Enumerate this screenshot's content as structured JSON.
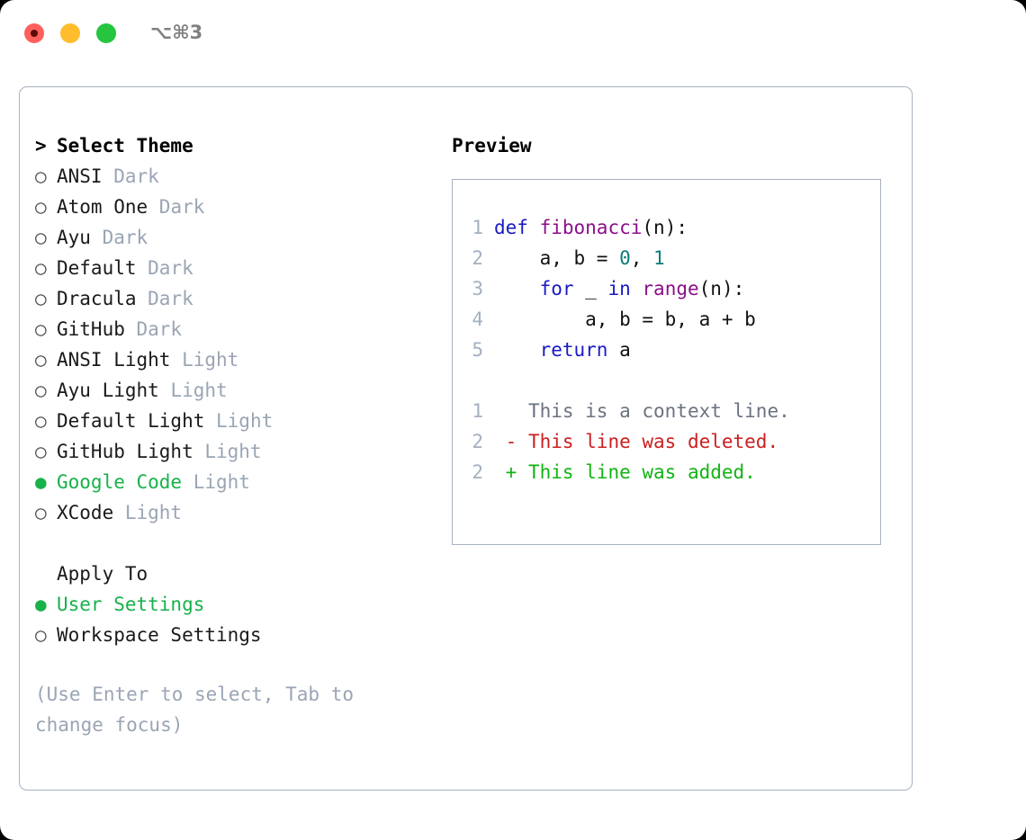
{
  "window": {
    "shortcut_label": "⌥⌘3",
    "traffic_lights": [
      {
        "name": "close",
        "color": "#ff605c"
      },
      {
        "name": "minimize",
        "color": "#ffbd2e"
      },
      {
        "name": "maximize",
        "color": "#25c53f"
      }
    ]
  },
  "theme_picker": {
    "prompt": ">",
    "title": "Select Theme",
    "bullet_on": "●",
    "bullet_off": "○",
    "items": [
      {
        "name": "ANSI",
        "kind": "Dark",
        "selected": false
      },
      {
        "name": "Atom One",
        "kind": "Dark",
        "selected": false
      },
      {
        "name": "Ayu",
        "kind": "Dark",
        "selected": false
      },
      {
        "name": "Default",
        "kind": "Dark",
        "selected": false
      },
      {
        "name": "Dracula",
        "kind": "Dark",
        "selected": false
      },
      {
        "name": "GitHub",
        "kind": "Dark",
        "selected": false
      },
      {
        "name": "ANSI Light",
        "kind": "Light",
        "selected": false
      },
      {
        "name": "Ayu Light",
        "kind": "Light",
        "selected": false
      },
      {
        "name": "Default Light",
        "kind": "Light",
        "selected": false
      },
      {
        "name": "GitHub Light",
        "kind": "Light",
        "selected": false
      },
      {
        "name": "Google Code",
        "kind": "Light",
        "selected": true
      },
      {
        "name": "XCode",
        "kind": "Light",
        "selected": false
      }
    ]
  },
  "apply_to": {
    "label": "Apply To",
    "options": [
      {
        "name": "User Settings",
        "selected": true
      },
      {
        "name": "Workspace Settings",
        "selected": false
      }
    ]
  },
  "hint": "(Use Enter to select, Tab to change focus)",
  "preview": {
    "title": "Preview",
    "code_lines": [
      {
        "num": "1",
        "tokens": [
          {
            "t": "def",
            "c": "kw"
          },
          {
            "t": " ",
            "c": "pun"
          },
          {
            "t": "fibonacci",
            "c": "fn"
          },
          {
            "t": "(",
            "c": "pun"
          },
          {
            "t": "n",
            "c": "id"
          },
          {
            "t": "):",
            "c": "pun"
          }
        ]
      },
      {
        "num": "2",
        "tokens": [
          {
            "t": "    a, b = ",
            "c": "id"
          },
          {
            "t": "0",
            "c": "num"
          },
          {
            "t": ", ",
            "c": "pun"
          },
          {
            "t": "1",
            "c": "num"
          }
        ]
      },
      {
        "num": "3",
        "tokens": [
          {
            "t": "    ",
            "c": "pun"
          },
          {
            "t": "for",
            "c": "kw"
          },
          {
            "t": " _ ",
            "c": "id"
          },
          {
            "t": "in",
            "c": "kw"
          },
          {
            "t": " ",
            "c": "pun"
          },
          {
            "t": "range",
            "c": "fn"
          },
          {
            "t": "(",
            "c": "pun"
          },
          {
            "t": "n",
            "c": "id"
          },
          {
            "t": "):",
            "c": "pun"
          }
        ]
      },
      {
        "num": "4",
        "tokens": [
          {
            "t": "        a, b = b, a + b",
            "c": "id"
          }
        ]
      },
      {
        "num": "5",
        "tokens": [
          {
            "t": "    ",
            "c": "pun"
          },
          {
            "t": "return",
            "c": "kw"
          },
          {
            "t": " a",
            "c": "id"
          }
        ]
      }
    ],
    "diff_lines": [
      {
        "num": "1",
        "marker": " ",
        "text": "This is a context line.",
        "kind": "ctx"
      },
      {
        "num": "2",
        "marker": "-",
        "text": "This line was deleted.",
        "kind": "del"
      },
      {
        "num": "2",
        "marker": "+",
        "text": "This line was added.",
        "kind": "add"
      }
    ]
  },
  "colors": {
    "accent_green": "#17b24a",
    "muted": "#9aa5b4",
    "border": "#a8b2c0",
    "keyword": "#1a1ac4",
    "function": "#8b0f8b",
    "number": "#0b7a7a",
    "diff_delete": "#cc1f1f",
    "diff_add": "#12b312",
    "gutter": "#a4b0c0"
  }
}
